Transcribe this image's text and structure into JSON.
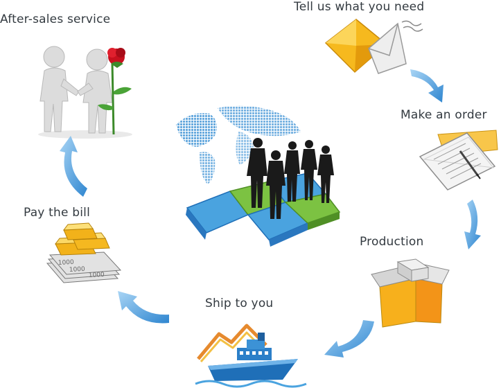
{
  "steps": [
    {
      "label": "Tell us what you need",
      "icon": "envelope-icon"
    },
    {
      "label": "Make an order",
      "icon": "document-pen-icon"
    },
    {
      "label": "Production",
      "icon": "open-box-icon"
    },
    {
      "label": "Ship to you",
      "icon": "ship-icon"
    },
    {
      "label": "Pay the bill",
      "icon": "gold-and-cash-icon"
    },
    {
      "label": "After-sales service",
      "icon": "handshake-rose-icon"
    }
  ],
  "center_icon": "business-team-world-map-icon",
  "banknote_text": "1000",
  "colors": {
    "arrow_blue": "#3b8fd4",
    "arrow_light": "#8fc6f0",
    "gold": "#f2b21a",
    "green_tile": "#7cc242",
    "blue_tile": "#4aa3df"
  }
}
